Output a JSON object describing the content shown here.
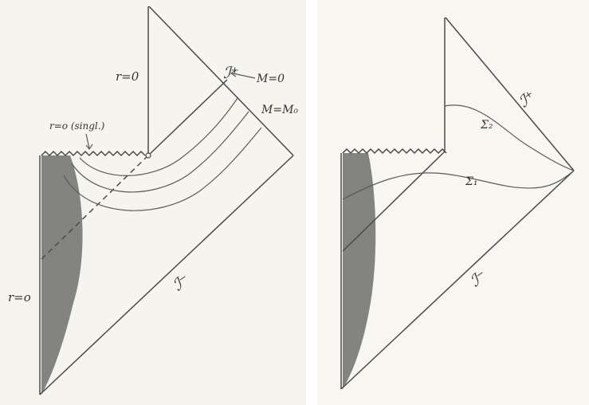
{
  "left": {
    "r0_top": "r=0",
    "scri_plus": "ℐ⁺",
    "m_zero": "M=0",
    "r0_singular": "r=o (singl.)",
    "m_m0": "M=M₀",
    "scri_minus": "ℐ⁻",
    "r0_bottom": "r=o"
  },
  "right": {
    "scri_plus": "ℐ⁺",
    "sigma2": "Σ₂",
    "sigma1": "Σ₁",
    "scri_minus": "ℐ⁻"
  }
}
